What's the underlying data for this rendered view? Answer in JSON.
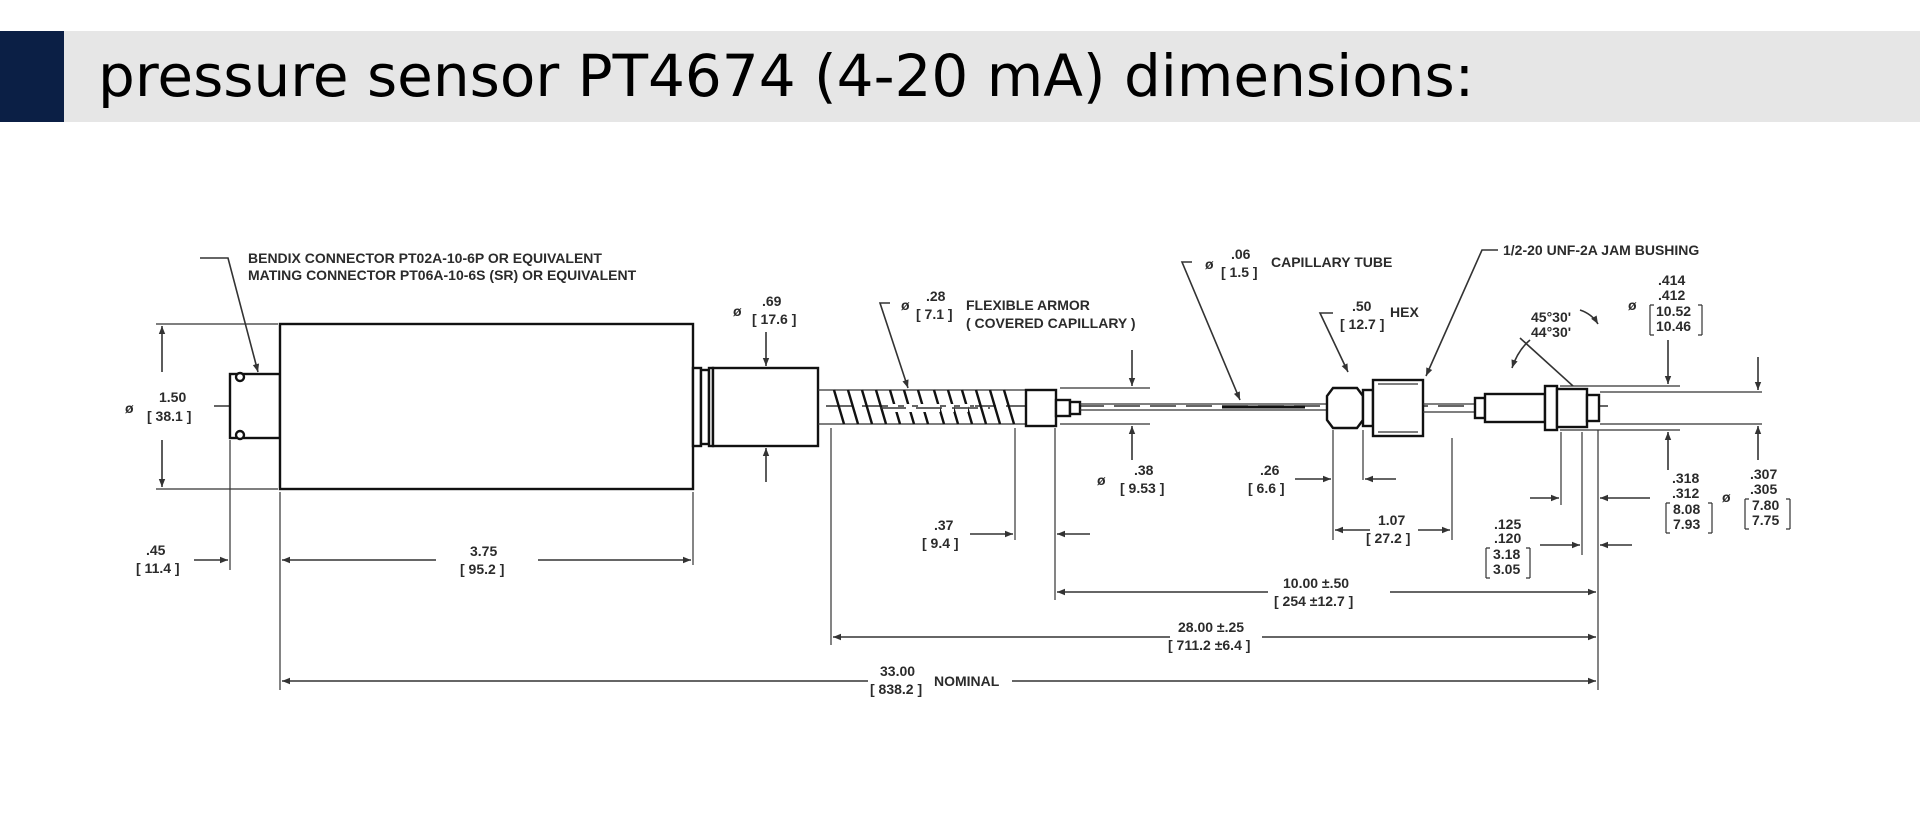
{
  "page": {
    "title": "pressure sensor PT4674 (4-20 mA) dimensions:"
  },
  "drawing": {
    "callouts": {
      "bendix_1": "BENDIX CONNECTOR  PT02A-10-6P OR EQUIVALENT",
      "bendix_2": "MATING CONNECTOR  PT06A-10-6S (SR) OR EQUIVALENT",
      "flex_1": "FLEXIBLE ARMOR",
      "flex_2": "( COVERED CAPILLARY )",
      "capillary": "CAPILLARY TUBE",
      "hex": "HEX",
      "jam": "1/2-20 UNF-2A JAM BUSHING",
      "nominal": "NOMINAL",
      "angle_1": "45°30'",
      "angle_2": "44°30'"
    },
    "symbols": {
      "diameter": "ø"
    },
    "dims": {
      "body_dia_in": "1.50",
      "body_dia_mm": "[ 38.1 ]",
      "nut_dia_in": ".69",
      "nut_dia_mm": "[ 17.6 ]",
      "armor_dia_in": ".28",
      "armor_dia_mm": "[ 7.1 ]",
      "cap_dia_in": ".06",
      "cap_dia_mm": "[ 1.5 ]",
      "hex_in": ".50",
      "hex_mm": "[ 12.7 ]",
      "bush_dia_in_1": ".414",
      "bush_dia_in_2": ".412",
      "bush_dia_mm_1": "10.52",
      "bush_dia_mm_2": "10.46",
      "fer_dia_in": ".38",
      "fer_dia_mm": "[ 9.53 ]",
      "conn_len_in": ".45",
      "conn_len_mm": "[ 11.4 ]",
      "body_len_in": "3.75",
      "body_len_mm": "[ 95.2 ]",
      "fer_len_in": ".37",
      "fer_len_mm": "[ 9.4 ]",
      "hex_len_in": ".26",
      "hex_len_mm": "[ 6.6 ]",
      "fit_len_in": "1.07",
      "fit_len_mm": "[ 27.2 ]",
      "flange_in_1": ".125",
      "flange_in_2": ".120",
      "flange_mm_1": "3.18",
      "flange_mm_2": "3.05",
      "tip_len_in_1": ".318",
      "tip_len_in_2": ".312",
      "tip_len_mm_1": "8.08",
      "tip_len_mm_2": "7.93",
      "tip_dia_in_1": ".307",
      "tip_dia_in_2": ".305",
      "tip_dia_mm_1": "7.80",
      "tip_dia_mm_2": "7.75",
      "cap_len_in": "10.00 ±.50",
      "cap_len_mm": "[ 254 ±12.7 ]",
      "armor_len_in": "28.00 ±.25",
      "armor_len_mm": "[ 711.2 ±6.4 ]",
      "overall_in": "33.00",
      "overall_mm": "[ 838.2 ]"
    }
  }
}
